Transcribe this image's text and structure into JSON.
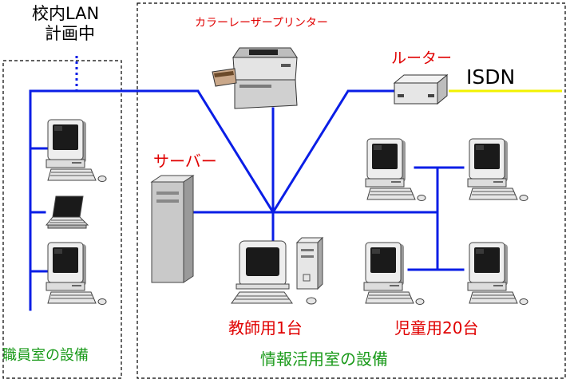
{
  "labels": {
    "campus_lan": "校内LAN",
    "planning": "計画中",
    "color_laser_printer": "カラーレーザープリンター",
    "router": "ルーター",
    "isdn": "ISDN",
    "server": "サーバー",
    "teacher_pc": "教師用1台",
    "student_pc": "児童用20台",
    "staff_room": "職員室の設備",
    "info_room": "情報活用室の設備"
  },
  "colors": {
    "lan_cable": "#0a1ee6",
    "isdn_line": "#f2f200",
    "device_label": "#e00000",
    "room_label": "#1a9a1a",
    "text": "#000000"
  },
  "icons": [
    "desktop-pc-icon",
    "laptop-icon",
    "laser-printer-icon",
    "router-icon",
    "server-tower-icon",
    "mini-tower-pc-icon"
  ]
}
